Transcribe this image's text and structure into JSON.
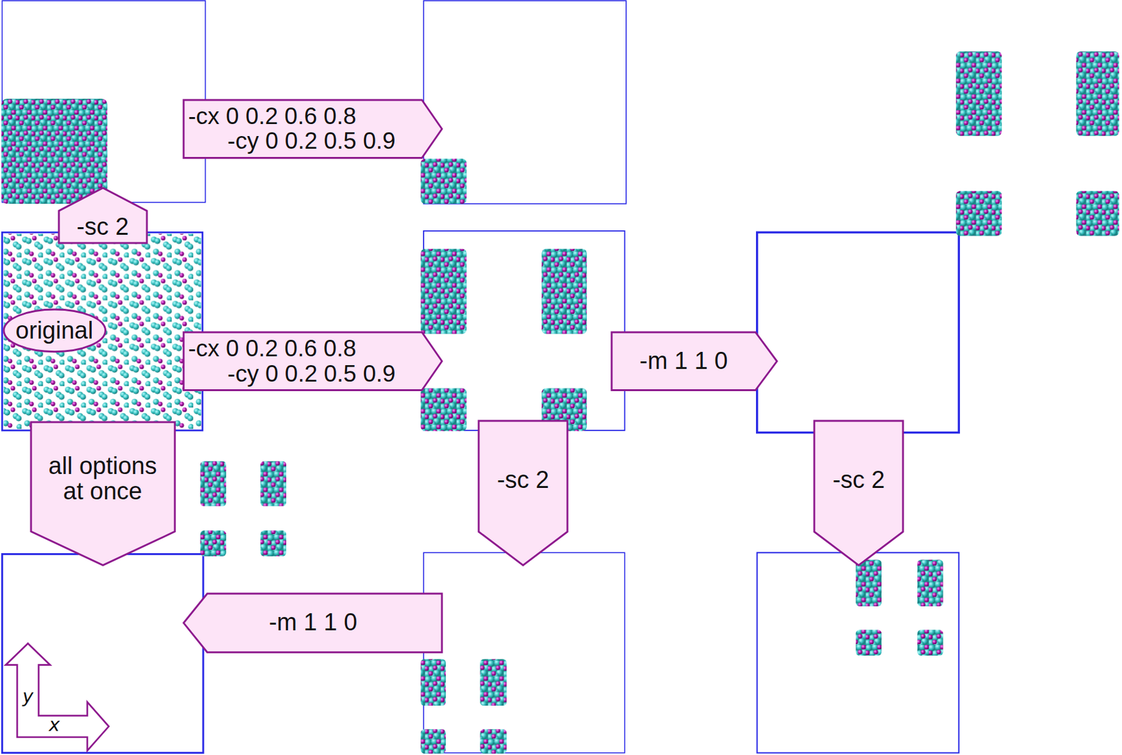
{
  "diagram": {
    "nodes": [
      {
        "text": [
          "-cx 0 0.2 0.6 0.8",
          "-cy 0 0.2 0.5 0.9"
        ]
      },
      {
        "text": [
          "-sc 2"
        ]
      },
      {
        "text": [
          "original"
        ]
      },
      {
        "text": [
          "-cx 0 0.2 0.6 0.8",
          "-cy 0 0.2 0.5 0.9"
        ]
      },
      {
        "text": [
          "-m 1 1 0"
        ]
      },
      {
        "text": [
          "all options at once"
        ]
      },
      {
        "text": [
          "-sc 2"
        ]
      },
      {
        "text": [
          "-sc 2"
        ]
      },
      {
        "text": [
          "-m 1 1 0"
        ]
      }
    ],
    "labels": [
      "y",
      "x"
    ]
  }
}
